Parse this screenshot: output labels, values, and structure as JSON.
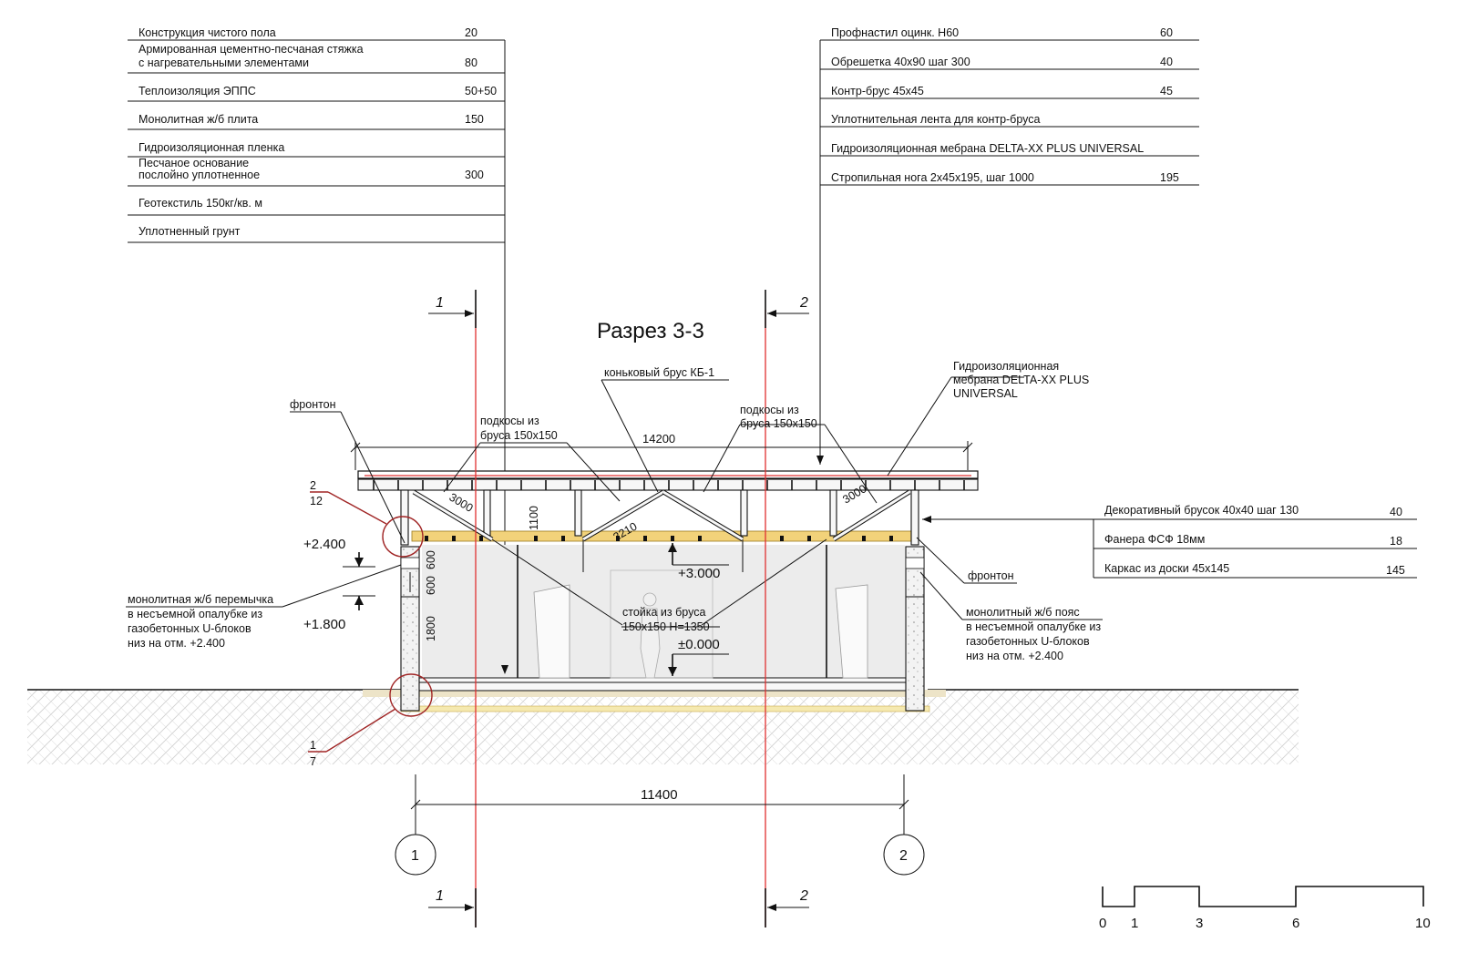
{
  "title": "Разрез 3-3",
  "floor_layers": [
    {
      "name": "Конструкция чистого пола",
      "value": "20"
    },
    {
      "name": "Армированная цементно-песчаная стяжка",
      "name2": "с нагревательными элементами",
      "value": "80"
    },
    {
      "name": "Теплоизоляция ЭППС",
      "value": "50+50"
    },
    {
      "name": "Монолитная ж/б плита",
      "value": "150"
    },
    {
      "name": "Гидроизоляционная пленка",
      "value": ""
    },
    {
      "name": "Песчаное основание",
      "name2": "послойно уплотненное",
      "value": "300"
    },
    {
      "name": "Геотекстиль 150кг/кв. м",
      "value": ""
    },
    {
      "name": "Уплотненный грунт",
      "value": ""
    }
  ],
  "roof_layers": [
    {
      "name": "Профнастил оцинк. Н60",
      "value": "60"
    },
    {
      "name": "Обрешетка 40х90 шаг 300",
      "value": "40"
    },
    {
      "name": "Контр-брус 45х45",
      "value": "45"
    },
    {
      "name": "Уплотнительная лента для контр-бруса",
      "value": ""
    },
    {
      "name": "Гидроизоляционная мебрана DELTA-XX PLUS UNIVERSAL",
      "value": ""
    },
    {
      "name": "Стропильная нога 2х45х195, шаг 1000",
      "value": "195"
    }
  ],
  "gable_layers": [
    {
      "name": "Декоративный брусок 40х40 шаг 130",
      "value": "40"
    },
    {
      "name": "Фанера ФСФ 18мм",
      "value": "18"
    },
    {
      "name": "Каркас из доски 45х145",
      "value": "145"
    }
  ],
  "labels": {
    "fronton_left": "фронтон",
    "fronton_right": "фронтон",
    "braces_left_1": "подкосы из",
    "braces_left_2": "бруса 150х150",
    "braces_right_1": "подкосы из",
    "braces_right_2": "бруса 150х150",
    "ridge_beam": "коньковый брус КБ-1",
    "membrane_1": "Гидроизоляционная",
    "membrane_2": "мебрана DELTA-XX PLUS",
    "membrane_3": "UNIVERSAL",
    "post_1": "стойка из бруса",
    "post_2": "150х150 Н=1350",
    "lintel_1": "монолитная ж/б перемычка",
    "lintel_2": "в несъемной опалубке из",
    "lintel_3": "газобетонных U-блоков",
    "lintel_4": "низ на отм. +2.400",
    "belt_1": "монолитный ж/б пояс",
    "belt_2": "в несъемной опалубке из",
    "belt_3": "газобетонных U-блоков",
    "belt_4": "низ на отм. +2.400"
  },
  "dimensions": {
    "roof_span": "14200",
    "axis_span": "11400",
    "brace_left": "3000",
    "brace_right": "3000",
    "brace_mid": "2210",
    "post_height": "1100",
    "wall_lower": "1800",
    "wall_upper_1": "600",
    "wall_upper_2": "600"
  },
  "levels": {
    "l2400": "+2.400",
    "l1800": "+1.800",
    "l3000": "+3.000",
    "l0000": "±0.000"
  },
  "section_marks": {
    "s1": "1",
    "s2": "2"
  },
  "axes": {
    "a1": "1",
    "a2": "2"
  },
  "callouts": {
    "top_num": "2",
    "top_den": "12",
    "bottom_num": "1",
    "bottom_den": "7"
  },
  "scale": {
    "ticks": [
      "0",
      "1",
      "3",
      "6",
      "10"
    ]
  }
}
